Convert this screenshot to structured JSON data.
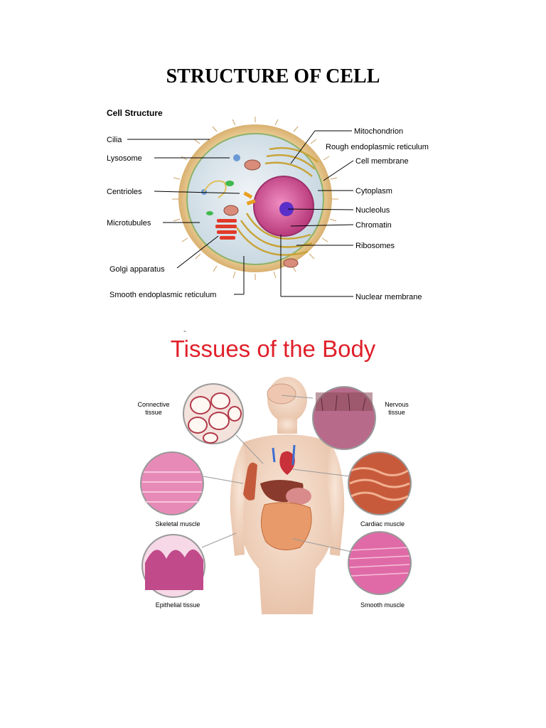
{
  "page": {
    "title": "STRUCTURE OF CELL",
    "separator": "-",
    "tissues_title": "Tissues of the Body"
  },
  "cell_diagram": {
    "heading": "Cell Structure",
    "left_labels": {
      "cilia": "Cilia",
      "lysosome": "Lysosome",
      "centrioles": "Centrioles",
      "microtubules": "Microtubules",
      "golgi": "Golgi apparatus",
      "smooth_er": "Smooth endoplasmic reticulum"
    },
    "right_labels": {
      "mitochondrion": "Mitochondrion",
      "rough_er": "Rough endoplasmic reticulum",
      "cell_membrane": "Cell membrane",
      "cytoplasm": "Cytoplasm",
      "nucleolus": "Nucleolus",
      "chromatin": "Chromatin",
      "ribosomes": "Ribosomes",
      "nuclear_membrane": "Nuclear membrane"
    }
  },
  "tissue_diagram": {
    "connective_1": "Connective",
    "connective_2": "tissue",
    "nervous_1": "Nervous",
    "nervous_2": "tissue",
    "skeletal": "Skeletal muscle",
    "cardiac": "Cardiac muscle",
    "epithelial": "Epithelial tissue",
    "smooth": "Smooth muscle"
  },
  "colors": {
    "tissue_title": "#e0202a",
    "cell_fringe": "#e8c88a",
    "nucleus": "#d9508f",
    "nucleolus": "#5a2fc9",
    "skin": "#f2d6c4",
    "tissue_pink": "#e88ab8"
  }
}
